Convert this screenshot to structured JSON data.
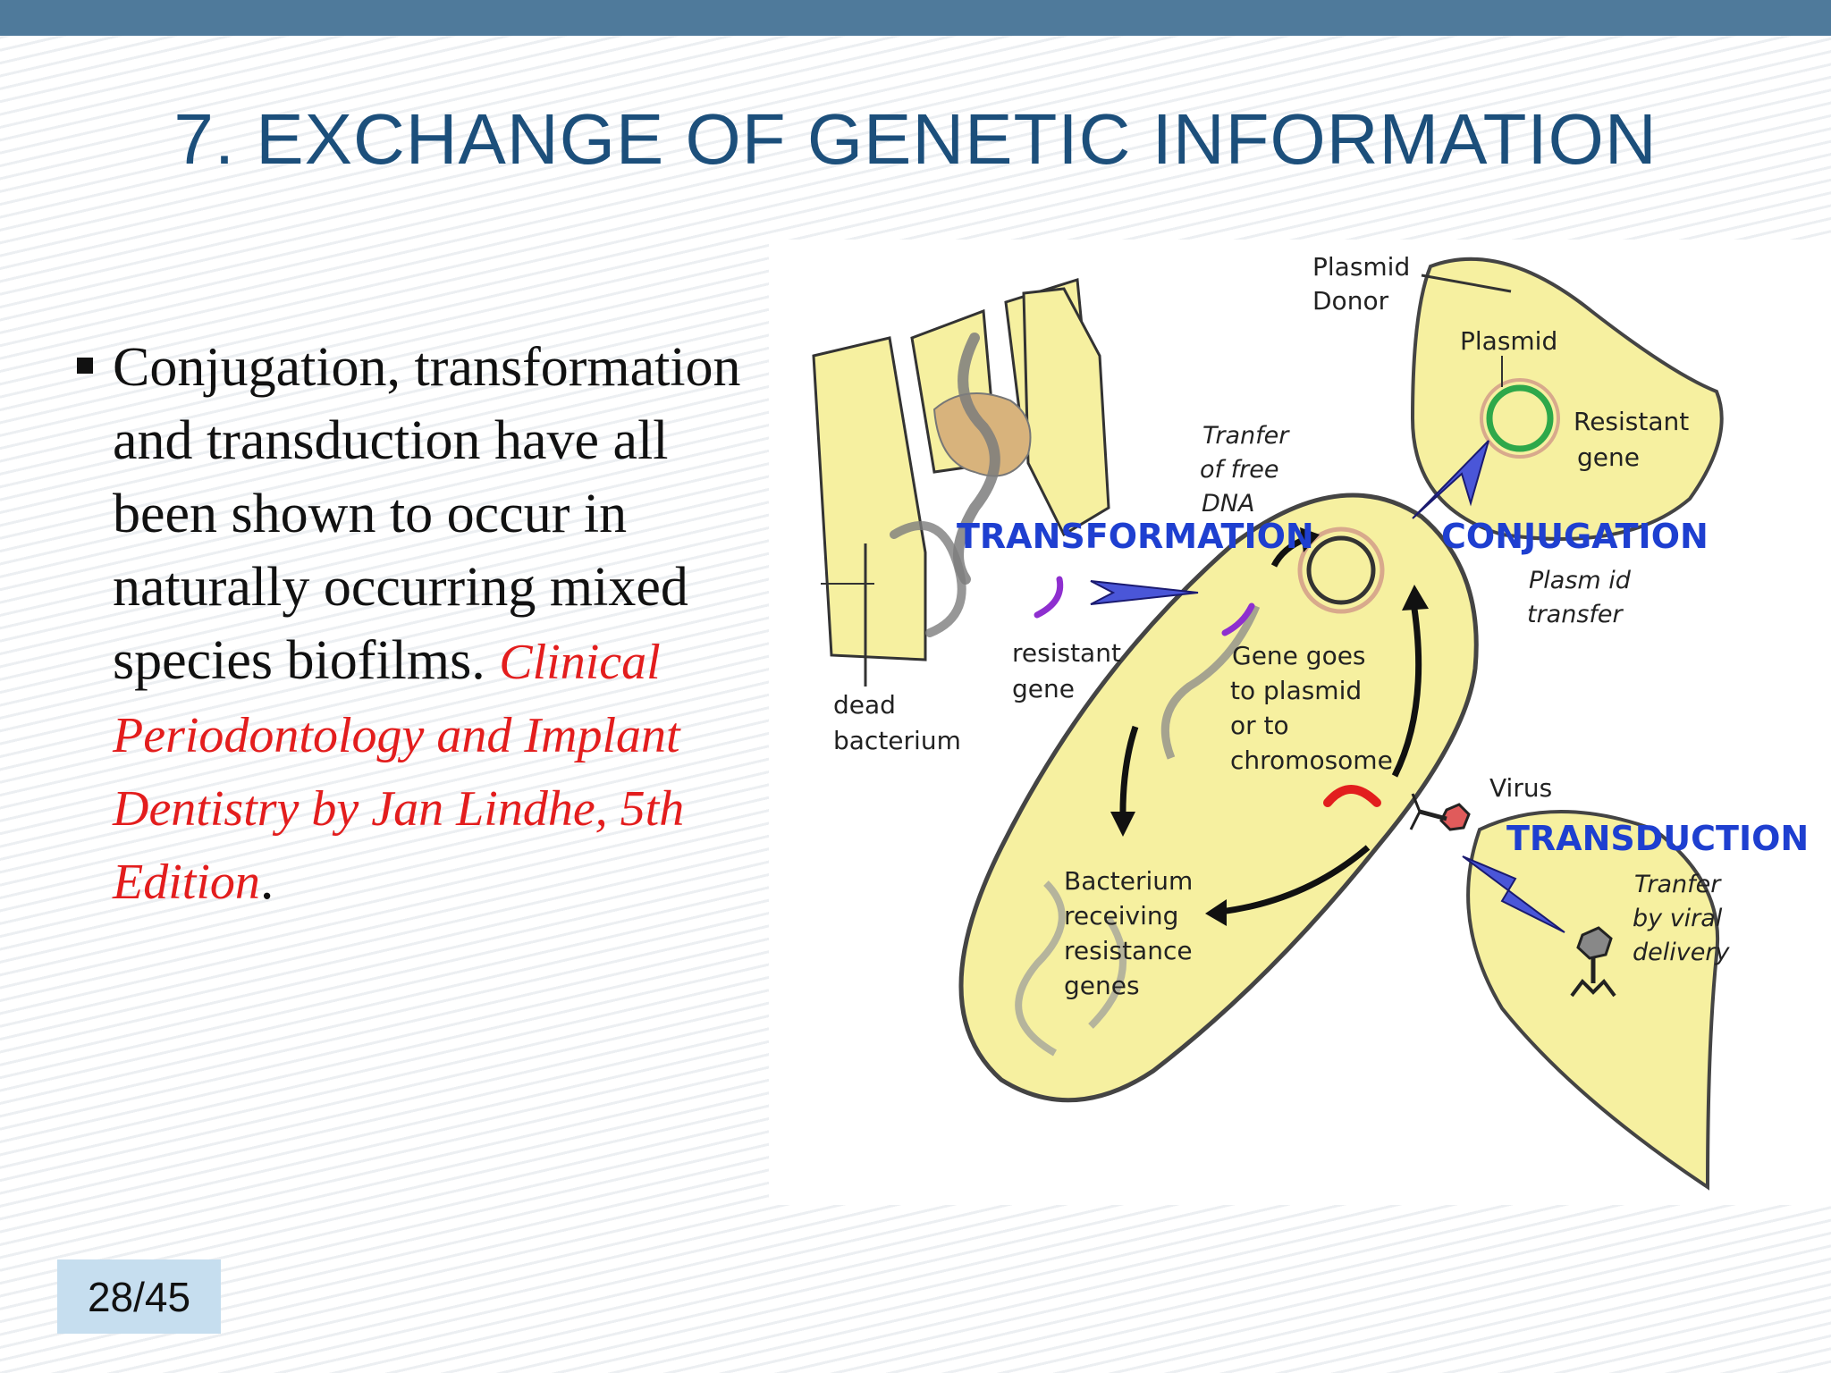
{
  "slide": {
    "title": "7. EXCHANGE OF GENETIC INFORMATION",
    "body_text": "Conjugation, transformation and transduction have all been shown to occur in naturally occurring mixed species biofilms. ",
    "citation": "Clinical Periodontology and Implant Dentistry by Jan Lindhe, 5th Edition",
    "citation_end": ".",
    "page_number": "28/45"
  },
  "diagram": {
    "plasmid_donor_1": "Plasmid",
    "plasmid_donor_2": "Donor",
    "plasmid": "Plasmid",
    "resistant_gene_1": "Resistant",
    "resistant_gene_2": "gene",
    "transfer_free_dna_1": "Tranfer",
    "transfer_free_dna_2": "of free",
    "transfer_free_dna_3": "DNA",
    "transformation": "TRANSFORMATION",
    "conjugation": "CONJUGATION",
    "plasmid_transfer_1": "Plasm id",
    "plasmid_transfer_2": "transfer",
    "dead_bacterium_1": "dead",
    "dead_bacterium_2": "bacterium",
    "resistant_gene_label_1": "resistant",
    "resistant_gene_label_2": "gene",
    "gene_goes_1": "Gene goes",
    "gene_goes_2": "to plasmid",
    "gene_goes_3": "or to",
    "gene_goes_4": "chromosome",
    "virus": "Virus",
    "transduction": "TRANSDUCTION",
    "viral_delivery_1": "Tranfer",
    "viral_delivery_2": "by viral",
    "viral_delivery_3": "delivery",
    "receiving_1": "Bacterium",
    "receiving_2": "receiving",
    "receiving_3": "resistance",
    "receiving_4": "genes"
  }
}
